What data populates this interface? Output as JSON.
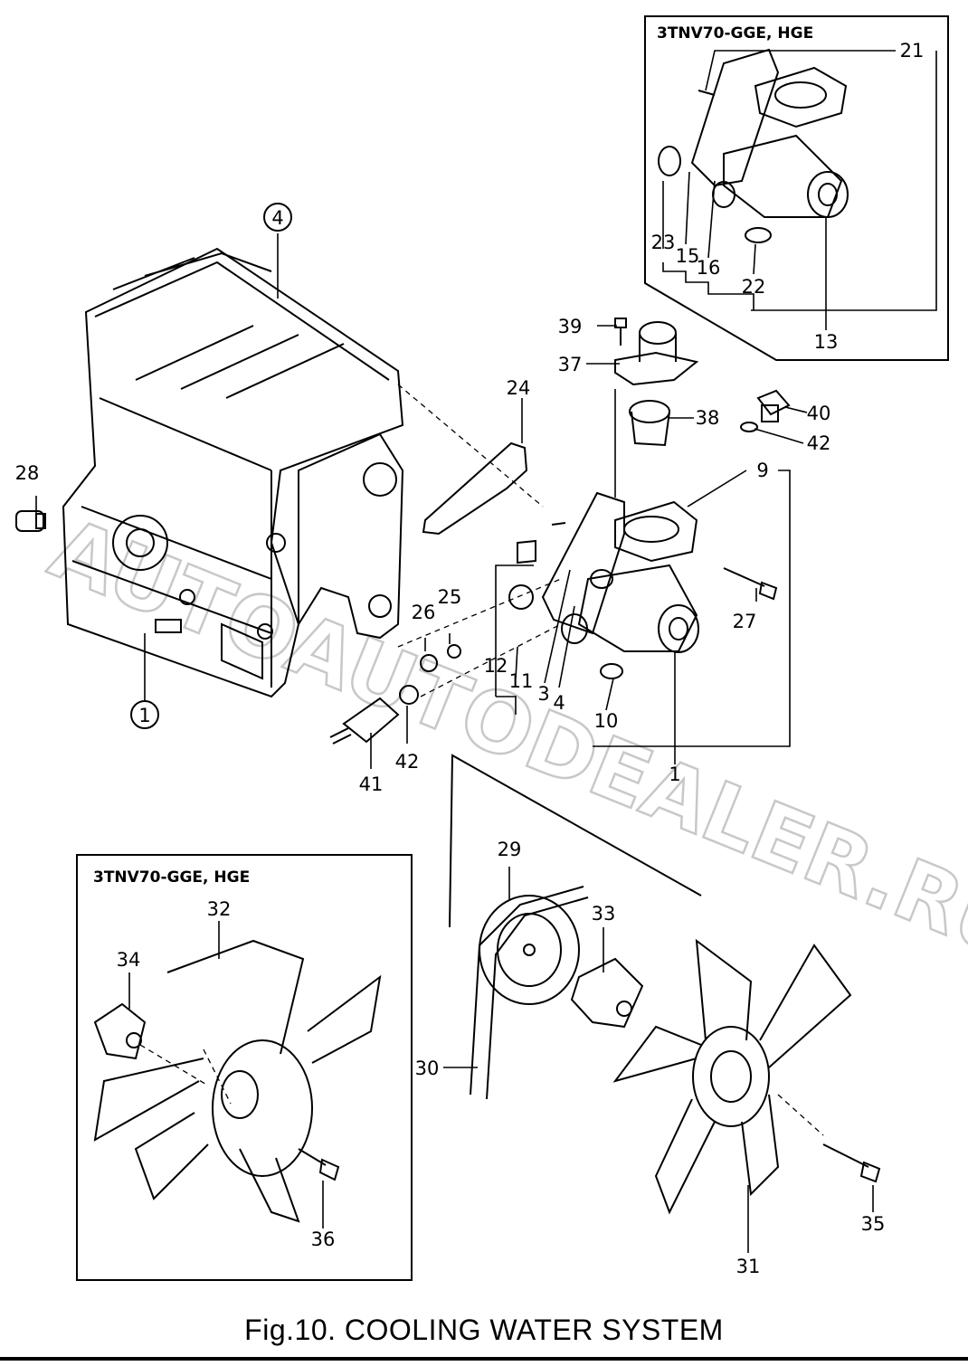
{
  "watermark": "AUTOAUTODEALER.RU",
  "inset_top": {
    "caption": "3TNV70-GGE, HGE"
  },
  "inset_bottom": {
    "caption": "3TNV70-GGE, HGE"
  },
  "callouts": {
    "c1_circle": "1",
    "c4_circle": "4",
    "c1": "1",
    "c3": "3",
    "c4": "4",
    "c9": "9",
    "c10": "10",
    "c11": "11",
    "c12": "12",
    "c13": "13",
    "c15": "15",
    "c16": "16",
    "c21": "21",
    "c22": "22",
    "c23": "23",
    "c24": "24",
    "c25": "25",
    "c26": "26",
    "c27": "27",
    "c28": "28",
    "c29": "29",
    "c30": "30",
    "c31": "31",
    "c32": "32",
    "c33": "33",
    "c34": "34",
    "c35": "35",
    "c36": "36",
    "c37": "37",
    "c38": "38",
    "c39": "39",
    "c40": "40",
    "c41": "41",
    "c42a": "42",
    "c42b": "42"
  },
  "figure_title": "Fig.10.   COOLING WATER SYSTEM"
}
